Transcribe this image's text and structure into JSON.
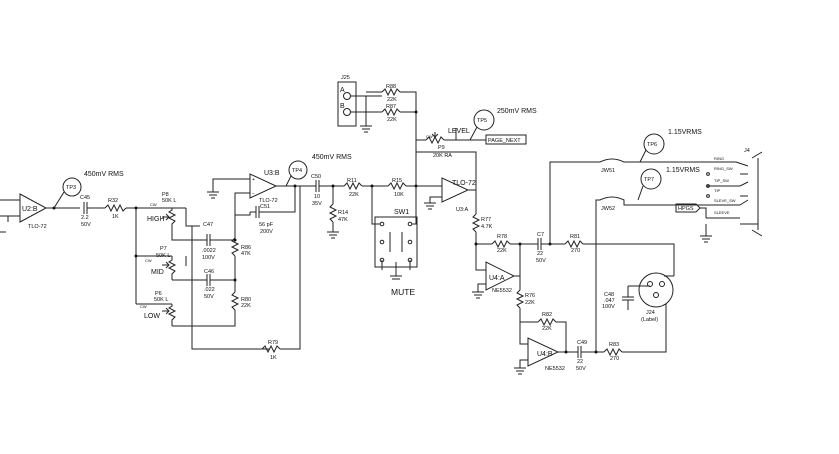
{
  "refs": {
    "u2b": "U2:B",
    "u2b_part": "TLO-72",
    "u3b": "U3:B",
    "u3b_part": "TLO-72",
    "u3a": "U3:A",
    "u3a_part": "TLO-72",
    "u4a": "U4:A",
    "u4a_part": "NE5532",
    "u4b": "U4:B",
    "u4b_part": "NE5532",
    "c45": "C45",
    "c45_v1": "2.2",
    "c45_v2": "50V",
    "r32": "R32",
    "r32_v": "1K",
    "p8": "P8",
    "p8_v": "50K L",
    "high": "HIGH",
    "p7": "P7",
    "p7_v": "50K L",
    "mid": "MID",
    "p6": "P6",
    "p6_v": "50K L",
    "low": "LOW",
    "c47": "C47",
    "c47_v1": ".0022",
    "c47_v2": "100V",
    "c46": "C46",
    "c46_v1": ".022",
    "c46_v2": "50V",
    "r86": "R86",
    "r86_v": "47K",
    "r80": "R80",
    "r80_v": "22K",
    "c51": "C51",
    "c51_v1": "56 pF",
    "c51_v2": "200V",
    "r79": "R79",
    "r79_v": "1K",
    "c50": "C50",
    "c50_v1": "10",
    "c50_v2": "35V",
    "r11": "R11",
    "r11_v": "22K",
    "r14": "R14",
    "r14_v": "47K",
    "r15": "R15",
    "r15_v": "10K",
    "sw1": "SW1",
    "mute": "MUTE",
    "j25": "J25",
    "j25_a": "A",
    "j25_b": "B",
    "r88": "R88",
    "r88_v": "22K",
    "r87": "R87",
    "r87_v": "22K",
    "p9": "P9",
    "p9_v": "20K RA",
    "level": "LEVEL",
    "page_next": "PAGE_NEXT",
    "r77": "R77",
    "r77_v": "4.7K",
    "r78": "R78",
    "r78_v": "22K",
    "c7": "C7",
    "c7_v1": "22",
    "c7_v2": "50V",
    "r81": "R81",
    "r81_v": "270",
    "r76": "R76",
    "r76_v": "22K",
    "r82": "R82",
    "r82_v": "22K",
    "c49": "C49",
    "c49_v1": "22",
    "c49_v2": "50V",
    "r83": "R83",
    "r83_v": "270",
    "c48": "C48",
    "c48_v1": ".047",
    "c48_v2": "100V",
    "j24": "J24",
    "j24_label": "(Label)",
    "jw51": "JW51",
    "jw52": "JW52",
    "j4": "J4",
    "hpgs": "HPGS",
    "j4_pins": [
      "RING",
      "RING_SW",
      "TIP_SW",
      "TIP",
      "SLEVE_SW",
      "SLEEVE"
    ],
    "tp3": "TP3",
    "tp4": "TP4",
    "tp5": "TP5",
    "tp6": "TP6",
    "tp7": "TP7"
  },
  "levels": {
    "tp3": "450mV RMS",
    "tp4": "450mV RMS",
    "tp5": "250mV RMS",
    "tp6": "1.15VRMS",
    "tp7": "1.15VRMS"
  },
  "pin_cw": "CW"
}
